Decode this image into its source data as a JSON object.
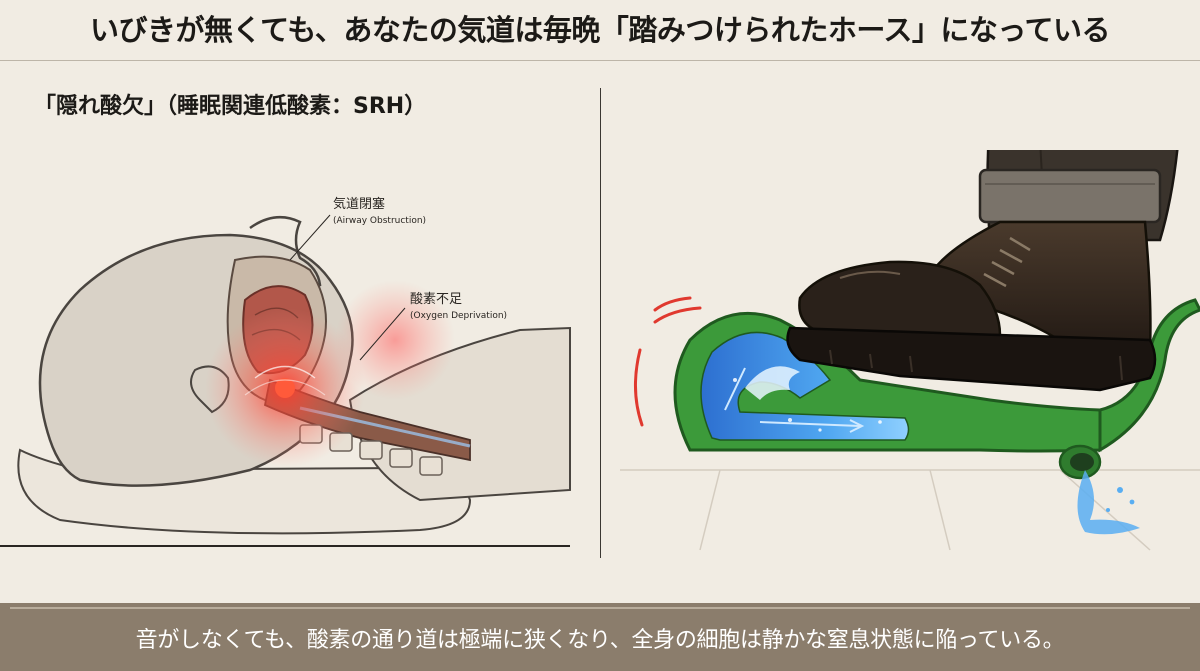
{
  "header": {
    "title": "いびきが無くても、あなたの気道は毎晩「踏みつけられたホース」になっている"
  },
  "left_panel": {
    "heading": "「隠れ酸欠」（睡眠関連低酸素：SRH）",
    "labels": [
      {
        "jp": "気道閉塞",
        "en": "(Airway Obstruction)"
      },
      {
        "jp": "酸素不足",
        "en": "(Oxygen Deprivation)"
      }
    ]
  },
  "caption": {
    "text": "音がしなくても、酸素の通り道は極端に狭くなり、全身の細胞は静かな窒息状態に陥っている。"
  },
  "colors": {
    "background": "#f1ece3",
    "caption_bar": "#8b7d6c",
    "hose_green": "#3c9a3a",
    "water_blue": "#3f8fe0",
    "alert_red": "#e0392f"
  },
  "icons": [
    "sleeping-head-illustration",
    "boot-on-hose-illustration"
  ]
}
